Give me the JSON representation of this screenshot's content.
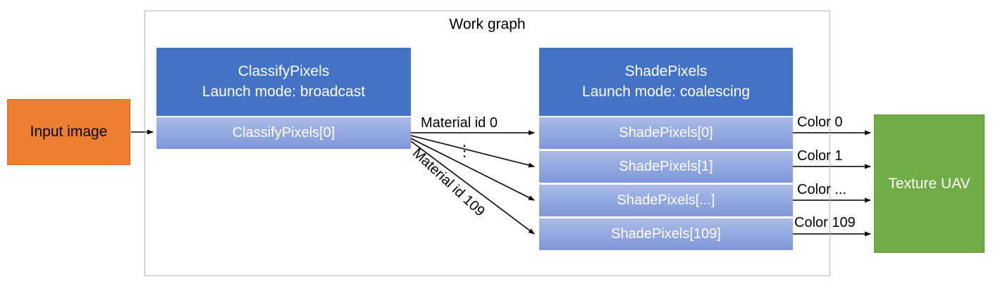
{
  "diagram": {
    "title": "Work graph",
    "input_node": {
      "label": "Input image"
    },
    "classify_node": {
      "title": "ClassifyPixels",
      "subtitle": "Launch mode: broadcast",
      "rows": [
        {
          "label": "ClassifyPixels[0]"
        }
      ]
    },
    "shade_node": {
      "title": "ShadePixels",
      "subtitle": "Launch mode: coalescing",
      "rows": [
        {
          "label": "ShadePixels[0]"
        },
        {
          "label": "ShadePixels[1]"
        },
        {
          "label": "ShadePixels[...]"
        },
        {
          "label": "ShadePixels[109]"
        }
      ]
    },
    "output_node": {
      "label": "Texture UAV"
    },
    "edge_labels": {
      "material_first": "Material id 0",
      "material_dots": "⋮",
      "material_last": "Material id 109",
      "colors": [
        "Color 0",
        "Color 1",
        "Color ...",
        "Color 109"
      ]
    },
    "colors": {
      "input_fill": "#ED7D31",
      "node_header_fill": "#4472C4",
      "node_row_top": "#a9bbe8",
      "node_row_bottom": "#7f97d7",
      "output_fill": "#70AD47",
      "frame_border": "#b9b9b9"
    }
  }
}
